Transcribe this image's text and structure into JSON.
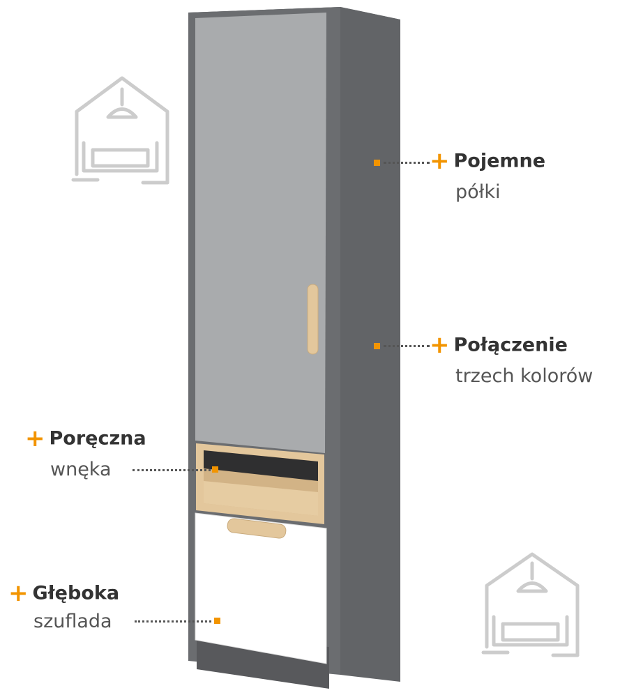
{
  "features": [
    {
      "title": "Pojemne",
      "subtitle": "półki"
    },
    {
      "title": "Połączenie",
      "subtitle": "trzech kolorów"
    },
    {
      "title": "Poręczna",
      "subtitle": "wnęka"
    },
    {
      "title": "Głęboka",
      "subtitle": "szuflada"
    }
  ],
  "colors": {
    "accent": "#f29400",
    "body_graphite": "#6b6d70",
    "door_grey": "#a9abad",
    "drawer_white": "#ffffff",
    "oak": "#e3c79c",
    "icon_grey": "#cccccc"
  },
  "icons": [
    "house-sofa-icon",
    "house-sofa-icon"
  ]
}
